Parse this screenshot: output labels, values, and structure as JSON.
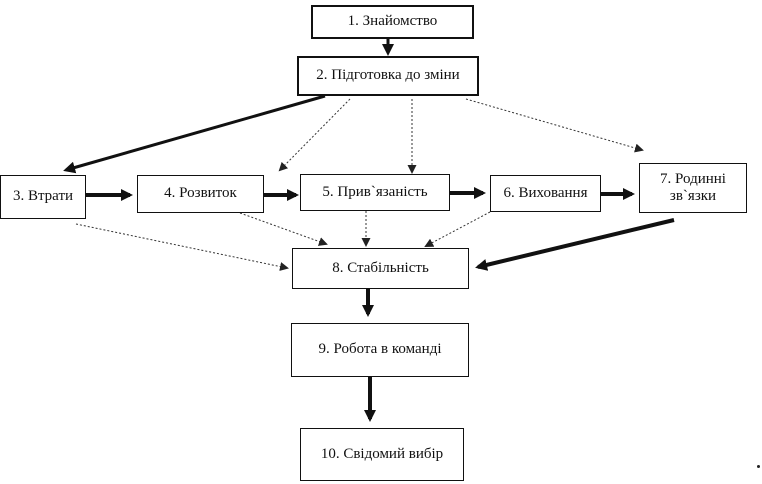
{
  "nodes": {
    "n1": "1. Знайомство",
    "n2": "2. Підготовка до зміни",
    "n3": "3. Втрати",
    "n4": "4. Розвиток",
    "n5": "5. Прив`язаність",
    "n6": "6. Виховання",
    "n7_line1": "7. Родинні",
    "n7_line2": "зв`язки",
    "n8": "8. Стабільність",
    "n9": "9. Робота в команді",
    "n10": "10. Свідомий вибір"
  },
  "colors": {
    "line": "#111111",
    "background": "#ffffff"
  }
}
